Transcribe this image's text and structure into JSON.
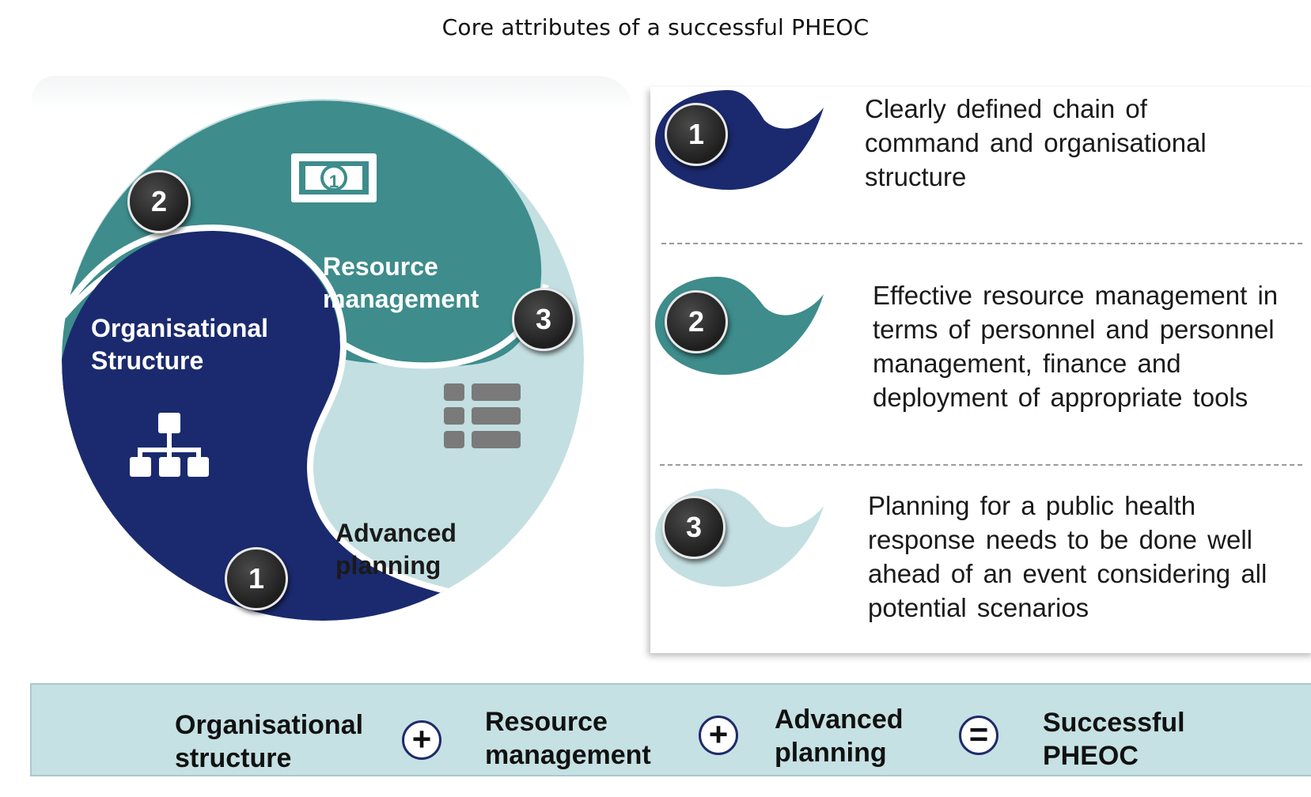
{
  "title": "Core attributes of a successful PHEOC",
  "colors": {
    "navy": "#1b2a6e",
    "teal": "#3e8c8c",
    "light_teal": "#c3dfe1",
    "badge": "#2b2b2b",
    "bar": "#c5e1e3"
  },
  "wheel": {
    "org_label": "Organisational\nStructure",
    "res_label": "Resource\nmanagement",
    "plan_label": "Advanced\nplanning",
    "badges": [
      "1",
      "2",
      "3"
    ],
    "icons": [
      "money-bill-icon",
      "org-chart-icon",
      "list-icon"
    ],
    "money_digit": "1"
  },
  "items": [
    {
      "num": "1",
      "text": "Clearly defined chain of command and organisational structure"
    },
    {
      "num": "2",
      "text": "Effective resource management in terms of personnel and personnel management, finance and deployment of appropriate tools"
    },
    {
      "num": "3",
      "text": "Planning for a public health response needs to be done well ahead of an event considering all potential scenarios"
    }
  ],
  "equation": {
    "terms": [
      "Organisational\nstructure",
      "Resource\nmanagement",
      "Advanced\nplanning",
      "Successful\nPHEOC"
    ],
    "operators": [
      "+",
      "+",
      "="
    ]
  }
}
